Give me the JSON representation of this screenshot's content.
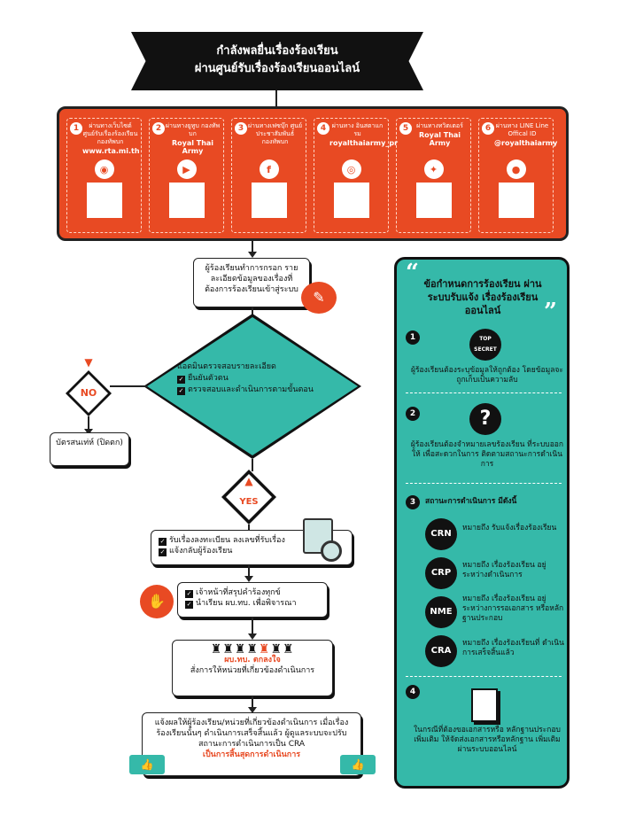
{
  "title": {
    "line1": "กำลังพลยื่นเรื่องร้องเรียน",
    "line2": "ผ่านศูนย์รับเรื่องร้องเรียนออนไลน์"
  },
  "channels": [
    {
      "num": "1",
      "text": "ผ่านทางเว็บไซต์ ศูนย์รับเรื่องร้องเรียน กองทัพบก",
      "bold": "www.rta.mi.th",
      "icon": "web-logo-icon"
    },
    {
      "num": "2",
      "text": "ผ่านทางยูทูบ กองทัพบก",
      "bold": "Royal Thai Army",
      "icon": "youtube-icon"
    },
    {
      "num": "3",
      "text": "ผ่านทางเฟซบุ๊ก ศูนย์ประชาสัมพันธ์ กองทัพบก",
      "bold": "",
      "icon": "facebook-icon"
    },
    {
      "num": "4",
      "text": "ผ่านทาง อินสตาแกรม",
      "bold": "royalthaiarmy_pr",
      "icon": "instagram-icon"
    },
    {
      "num": "5",
      "text": "ผ่านทางทวิตเตอร์",
      "bold": "Royal Thai Army",
      "icon": "twitter-icon"
    },
    {
      "num": "6",
      "text": "ผ่านทาง LINE Line Offical ID",
      "bold": "@royalthaiarmy",
      "icon": "line-icon"
    }
  ],
  "flow": {
    "step1": "ผู้ร้องเรียนทำการกรอก รายละเอียดข้อมูลของเรื่องที่ ต้องการร้องเรียนเข้าสู่ระบบ",
    "check_title": "แอดมินตรวจสอบรายละเอียด",
    "check_item1": "ยืนยันตัวตน",
    "check_item2": "ตรวจสอบและดำเนินการตามขั้นตอน",
    "no_label": "NO",
    "no_result": "บัตรสนเท่ห์ (ปิดตก)",
    "yes_label": "YES",
    "step2_item1": "รับเรื่องลงทะเบียน ลงเลขที่รับเรื่อง",
    "step2_item2": "แจ้งกลับผู้ร้องเรียน",
    "step3_item1": "เจ้าหน้าที่สรุปคำร้องทุกข์",
    "step3_item2": "นำเรียน ผบ.ทบ. เพื่อพิจารณา",
    "step4_red": "ผบ.ทบ. ตกลงใจ",
    "step4_text": "สั่งการให้หน่วยที่เกี่ยวข้องดำเนินการ",
    "step5_text": "แจ้งผลให้ผู้ร้องเรียน/หน่วยที่เกี่ยวข้องดำเนินการ เมื่อเรื่องร้องเรียนนั้นๆ ดำเนินการเสร็จสิ้นแล้ว ผู้ดูแลระบบจะปรับสถานะการดำเนินการเป็น CRA",
    "step5_red": "เป็นการสิ้นสุดการดำเนินการ"
  },
  "rules": {
    "title": "ข้อกำหนดการร้องเรียน ผ่านระบบรับแจ้ง เรื่องร้องเรียนออนไลน์",
    "r1_badge": "TOP SECRET",
    "r1_text": "ผู้ร้องเรียนต้องระบุข้อมูลให้ถูกต้อง โดยข้อมูลจะถูกเก็บเป็นความลับ",
    "r2_badge": "?",
    "r2_text": "ผู้ร้องเรียนต้องจำหมายเลขร้องเรียน ที่ระบบออกให้ เพื่อสะดวกในการ ติดตามสถานะการดำเนินการ",
    "r3_title": "สถานะการดำเนินการ มีดังนี้",
    "statuses": [
      {
        "code": "CRN",
        "desc": "หมายถึง รับแจ้งเรื่องร้องเรียน"
      },
      {
        "code": "CRP",
        "desc": "หมายถึง เรื่องร้องเรียน อยู่ระหว่างดำเนินการ"
      },
      {
        "code": "NME",
        "desc": "หมายถึง เรื่องร้องเรียน อยู่ระหว่างการรอเอกสาร หรือหลักฐานประกอบ"
      },
      {
        "code": "CRA",
        "desc": "หมายถึง เรื่องร้องเรียนที่ ดำเนินการเสร็จสิ้นแล้ว"
      }
    ],
    "r4_text": "ในกรณีที่ต้องขอเอกสารหรือ หลักฐานประกอบเพิ่มเติม ให้จัดส่งเอกสารหรือหลักฐาน เพิ่มเติมผ่านระบบออนไลน์"
  },
  "colors": {
    "accent": "#e84a23",
    "teal": "#35b9a9",
    "dark": "#111111"
  }
}
